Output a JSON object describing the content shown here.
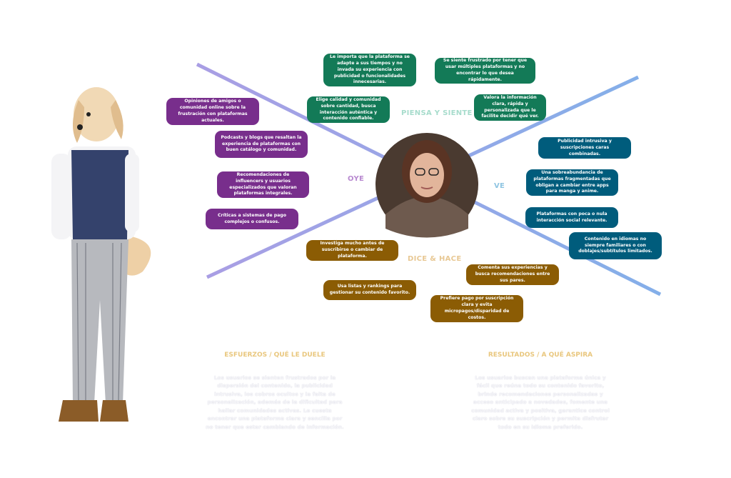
{
  "labels": {
    "piensa": "PIENSA Y SIENTE",
    "oye": "OYE",
    "ve": "VE",
    "dice": "DICE & HACE"
  },
  "piensa": [
    "Le importa que la plataforma se adapte a sus tiempos y no invada su experiencia con publicidad o funcionalidades innecesarias.",
    "Se siente frustrado por tener que usar múltiples plataformas y no encontrar lo que desea rápidamente.",
    "Elige calidad y comunidad sobre cantidad, busca interacción auténtica y contenido confiable.",
    "Valora la información clara, rápida y personalizada que le facilite decidir qué ver."
  ],
  "oye": [
    "Opiniones de amigos o comunidad online sobre la frustración con plataformas actuales.",
    "Podcasts y blogs que resaltan la experiencia de plataformas con buen catálogo y comunidad.",
    "Recomendaciones de influencers y usuarios especializados que valoran plataformas integrales.",
    "Críticas a sistemas de pago complejos o confusos."
  ],
  "ve": [
    "Publicidad intrusiva y suscripciones caras combinadas.",
    "Una sobreabundancia de plataformas fragmentadas que obligan a cambiar entre apps para manga y anime.",
    "Plataformas con poca o nula interacción social relevante.",
    "Contenido en idiomas no siempre familiares o con doblajes/subtítulos limitados."
  ],
  "dice": [
    "Investiga mucho antes de suscribirse o cambiar de plataforma.",
    "Usa listas y rankings para gestionar su contenido favorito.",
    "Comenta sus experiencias y busca recomendaciones entre sus pares.",
    "Prefiere pago por suscripción clara y evita micropagos/disparidad de costos."
  ],
  "esfuerzos": {
    "title": "ESFUERZOS / QUÉ LE DUELE",
    "text": "Los usuarios se sienten frustrados por la dispersión del contenido, la publicidad intrusiva, los cobros ocultos y la falta de personalización, además de la dificultad para hallar comunidades activas. Le cuesta encontrar una plataforma clara y sencilla por no tener que estar cambiando de información."
  },
  "resultados": {
    "title": "RESULTADOS / A QUÉ ASPIRA",
    "text": "Los usuarios buscan una plataforma única y fácil que reúna todo su contenido favorito, brinde recomendaciones personalizadas y acceso anticipado a novedades, fomente una comunidad activa y positiva, garantice control claro sobre su suscripción y permita disfrutar todo en su idioma preferido."
  }
}
